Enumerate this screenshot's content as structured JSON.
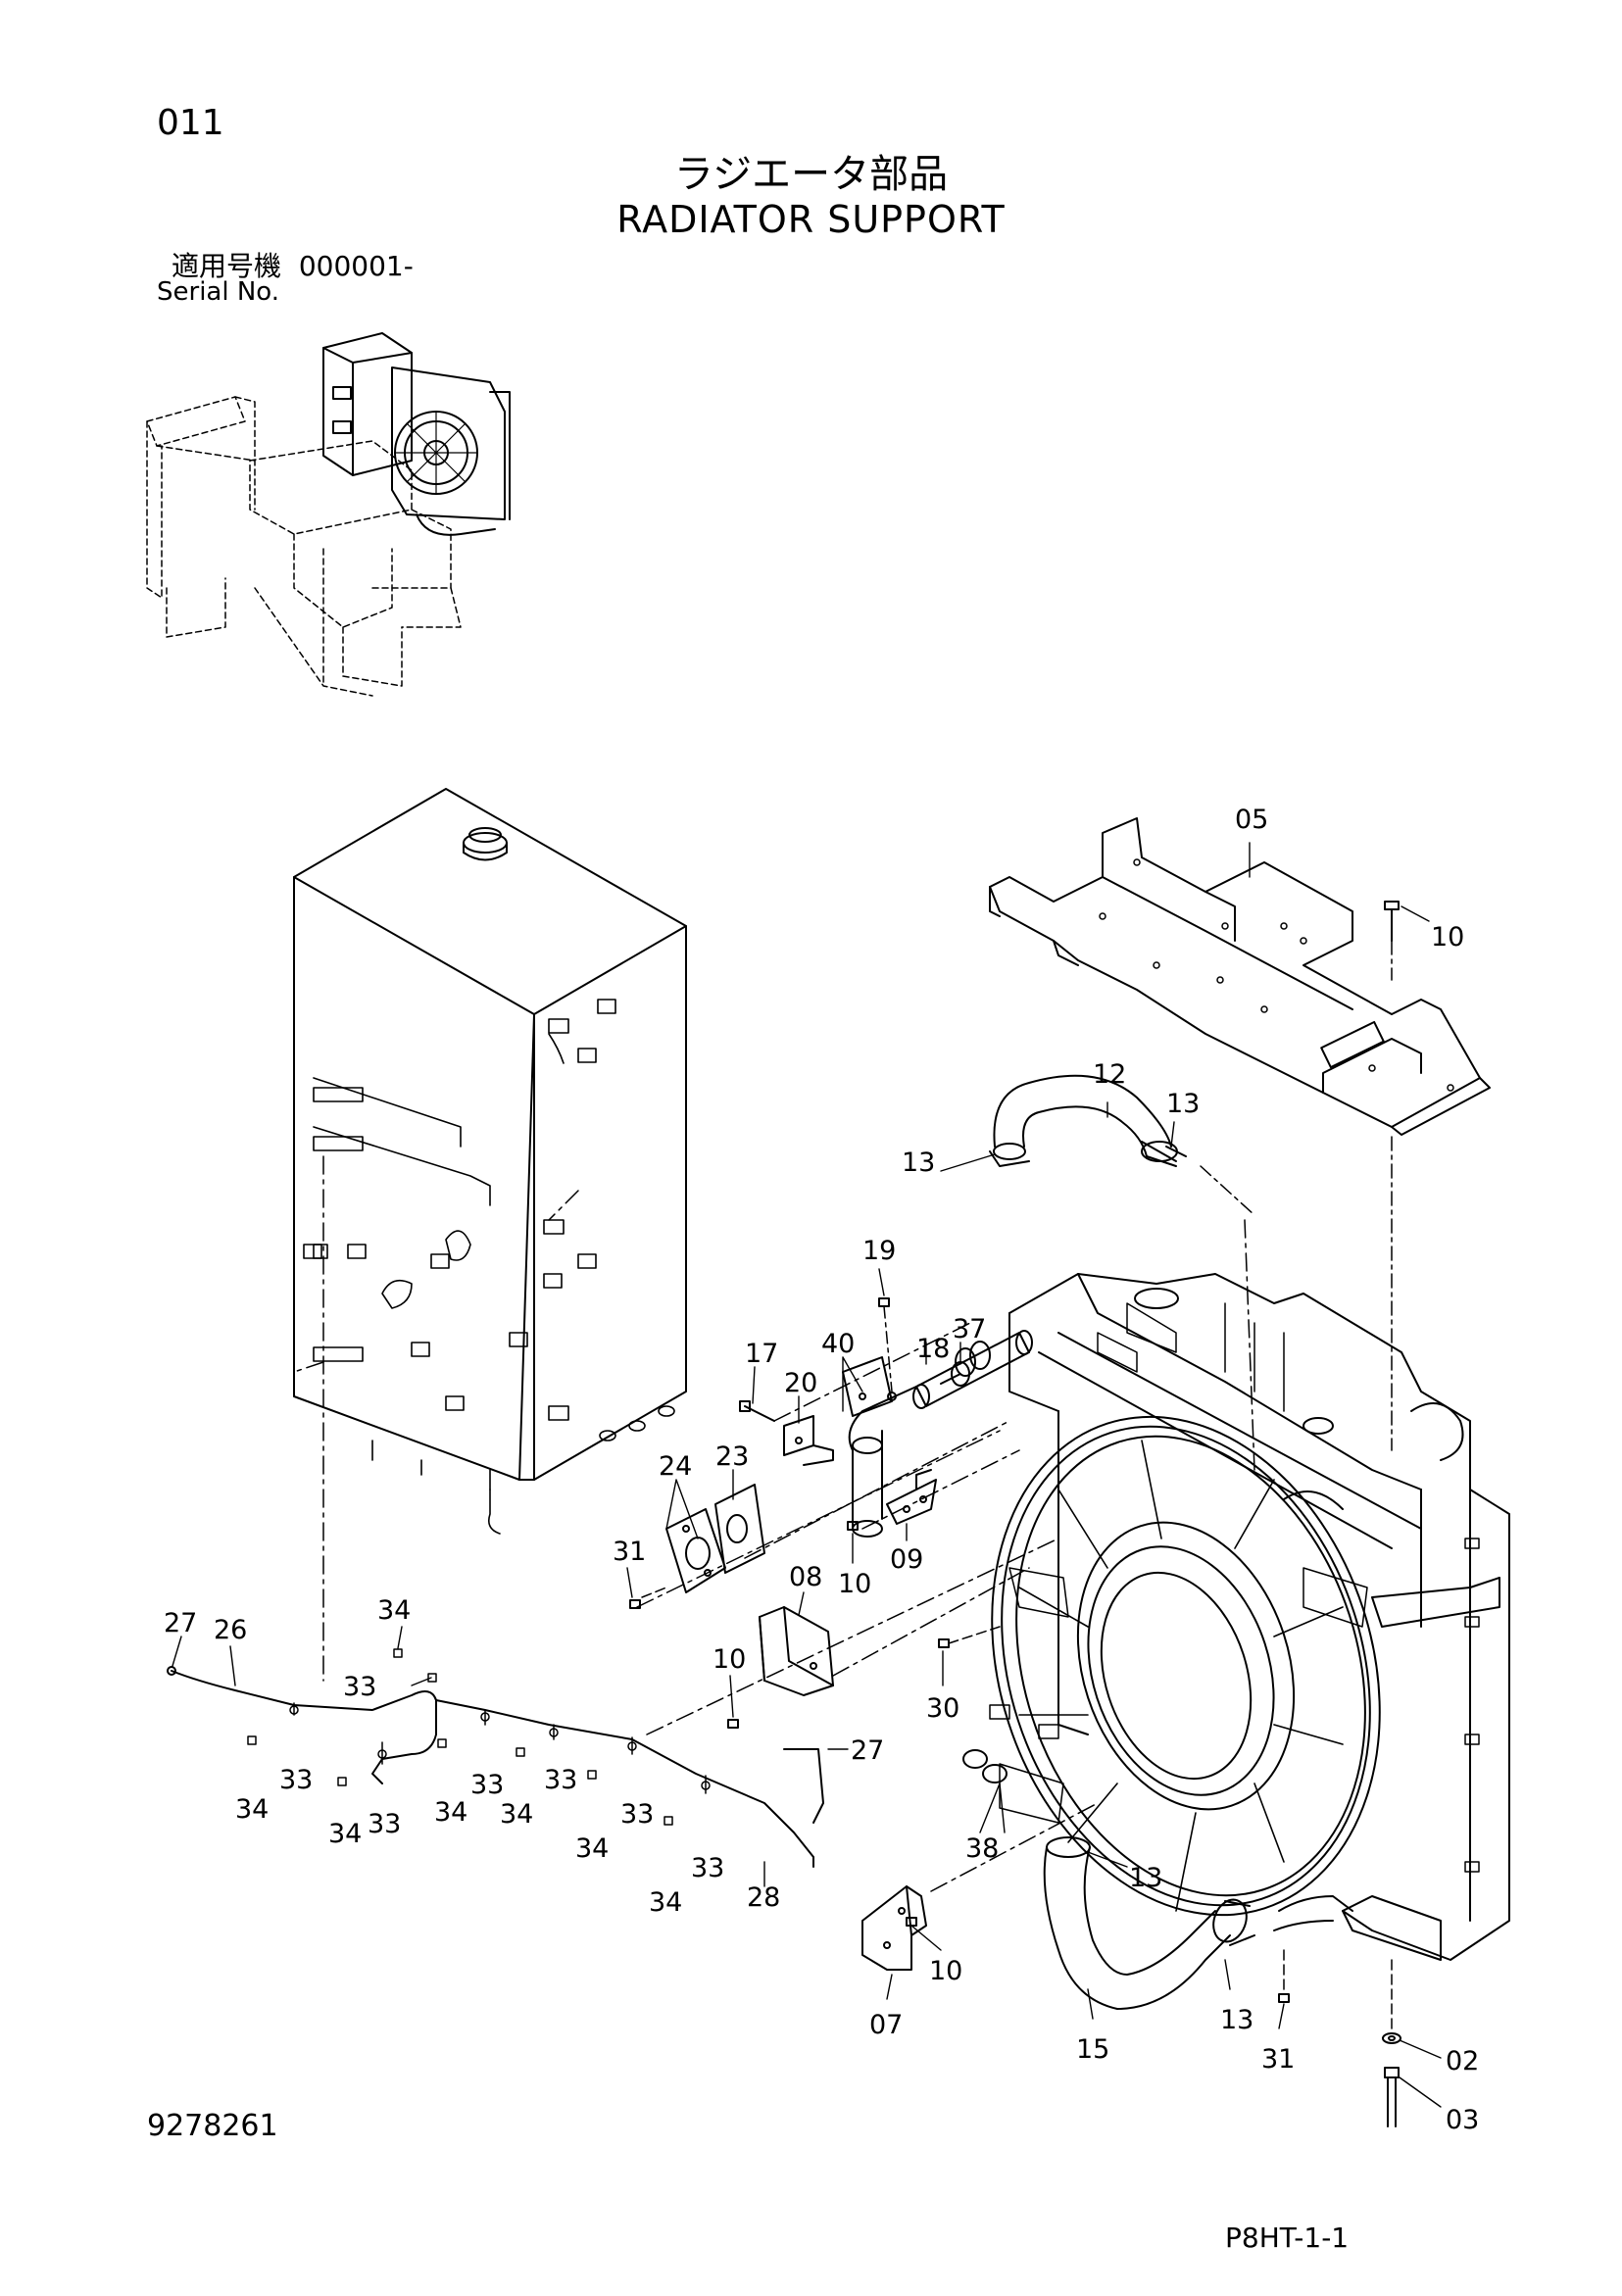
{
  "header": {
    "page_number": "011",
    "title_ja": "ラジエータ部品",
    "title_en": "RADIATOR SUPPORT",
    "serial_label_ja": "適用号機",
    "serial_value": "000001-",
    "serial_label_en": "Serial No."
  },
  "footer": {
    "document_number": "9278261",
    "page_code": "P8HT-1-1"
  },
  "callouts": [
    "05",
    "10",
    "12",
    "13",
    "13",
    "19",
    "17",
    "40",
    "18",
    "37",
    "20",
    "24",
    "23",
    "31",
    "10",
    "09",
    "08",
    "10",
    "30",
    "27",
    "26",
    "34",
    "33",
    "33",
    "34",
    "34",
    "33",
    "34",
    "33",
    "34",
    "33",
    "34",
    "33",
    "34",
    "33",
    "34",
    "27",
    "28",
    "38",
    "13",
    "07",
    "10",
    "13",
    "15",
    "31",
    "02",
    "03"
  ]
}
